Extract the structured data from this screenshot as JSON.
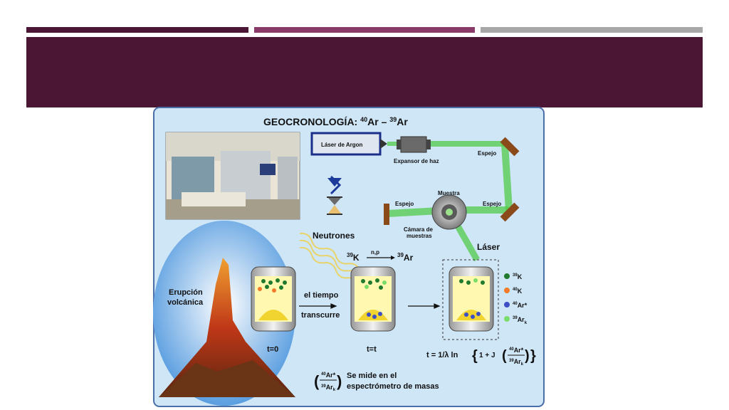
{
  "slide": {
    "title": "",
    "palette": {
      "band": "#4b1634",
      "accent": "#8a3a66",
      "gray": "#a7a7a7",
      "panel": "#cfe6f7"
    }
  },
  "figure": {
    "heading_prefix": "GEOCRONOLOGÍA: ",
    "heading_ar40": "40",
    "heading_ar39": "39",
    "heading_ar": "Ar",
    "heading_dash": " – ",
    "laser_source": "Láser de Argon",
    "beam_expander": "Expansor de haz",
    "mirror": "Espejo",
    "sample": "Muestra",
    "sample_chamber_1": "Cámara de",
    "sample_chamber_2": "muestras",
    "laser": "Láser",
    "neutrons": "Neutrones",
    "reaction_left": "K",
    "reaction_arrow": "n,p",
    "reaction_right": "Ar",
    "mass39": "39",
    "eruption_1": "Erupción",
    "eruption_2": "volcánica",
    "time_1": "el tiempo",
    "time_2": "transcurre",
    "t0": "t=0",
    "tt": "t=t",
    "formula": "t = 1/λ  ln",
    "formula_one_plus_j": "1 + J",
    "measure_1": "Se mide en el",
    "measure_2": "espectrómetro de masas",
    "legend": [
      {
        "mass": "39",
        "symbol": "K",
        "color": "#1f7a2e"
      },
      {
        "mass": "40",
        "symbol": "K",
        "color": "#f07a2a"
      },
      {
        "mass": "40",
        "symbol": "Ar*",
        "color": "#3d4fc4"
      },
      {
        "mass": "39",
        "symbol": "Ar",
        "sub": "k",
        "color": "#7cdc6a"
      }
    ],
    "ratio_num": "Ar*",
    "ratio_den": "Ar",
    "ratio_den_sub": "k",
    "ratio_num_mass": "40",
    "ratio_den_mass": "39"
  }
}
